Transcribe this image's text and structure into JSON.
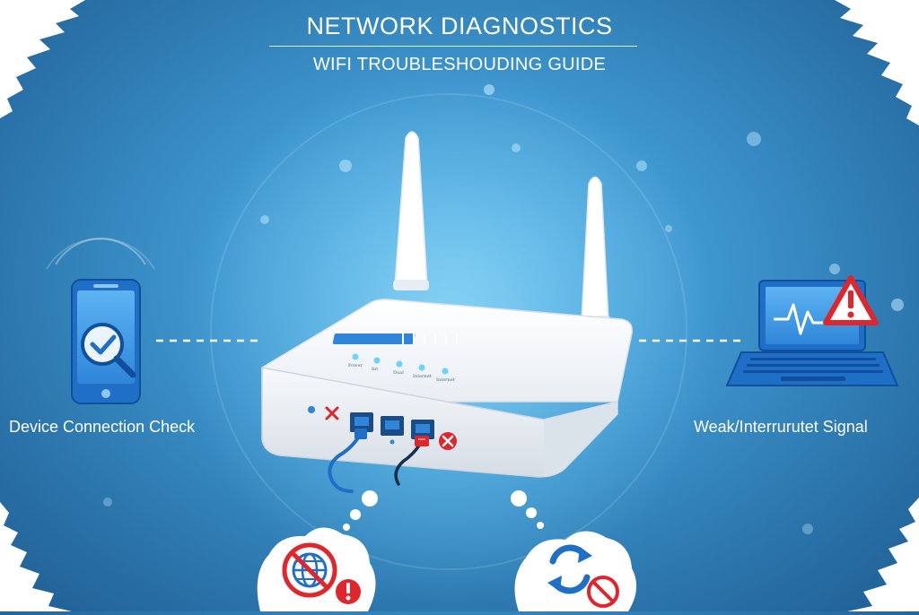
{
  "header": {
    "title": "NETWORK DIAGNOSTICS",
    "subtitle": "WIFI TROUBLESHOUDING GUIDE"
  },
  "left_panel": {
    "caption": "Device Connection Check",
    "icon": "smartphone-check-icon"
  },
  "right_panel": {
    "caption": "Weak/Interrurutet Signal",
    "icon": "laptop-warning-icon"
  },
  "router": {
    "led_labels": [
      "Power",
      "Int",
      "Dual",
      "Internet",
      "Internet"
    ]
  },
  "bottom_bubbles": [
    {
      "icon": "no-internet-globe-icon"
    },
    {
      "icon": "refresh-blocked-icon"
    }
  ],
  "colors": {
    "background": "#3e97cf",
    "accent_blue": "#1f7ad6",
    "error_red": "#e0262d",
    "white": "#ffffff"
  }
}
